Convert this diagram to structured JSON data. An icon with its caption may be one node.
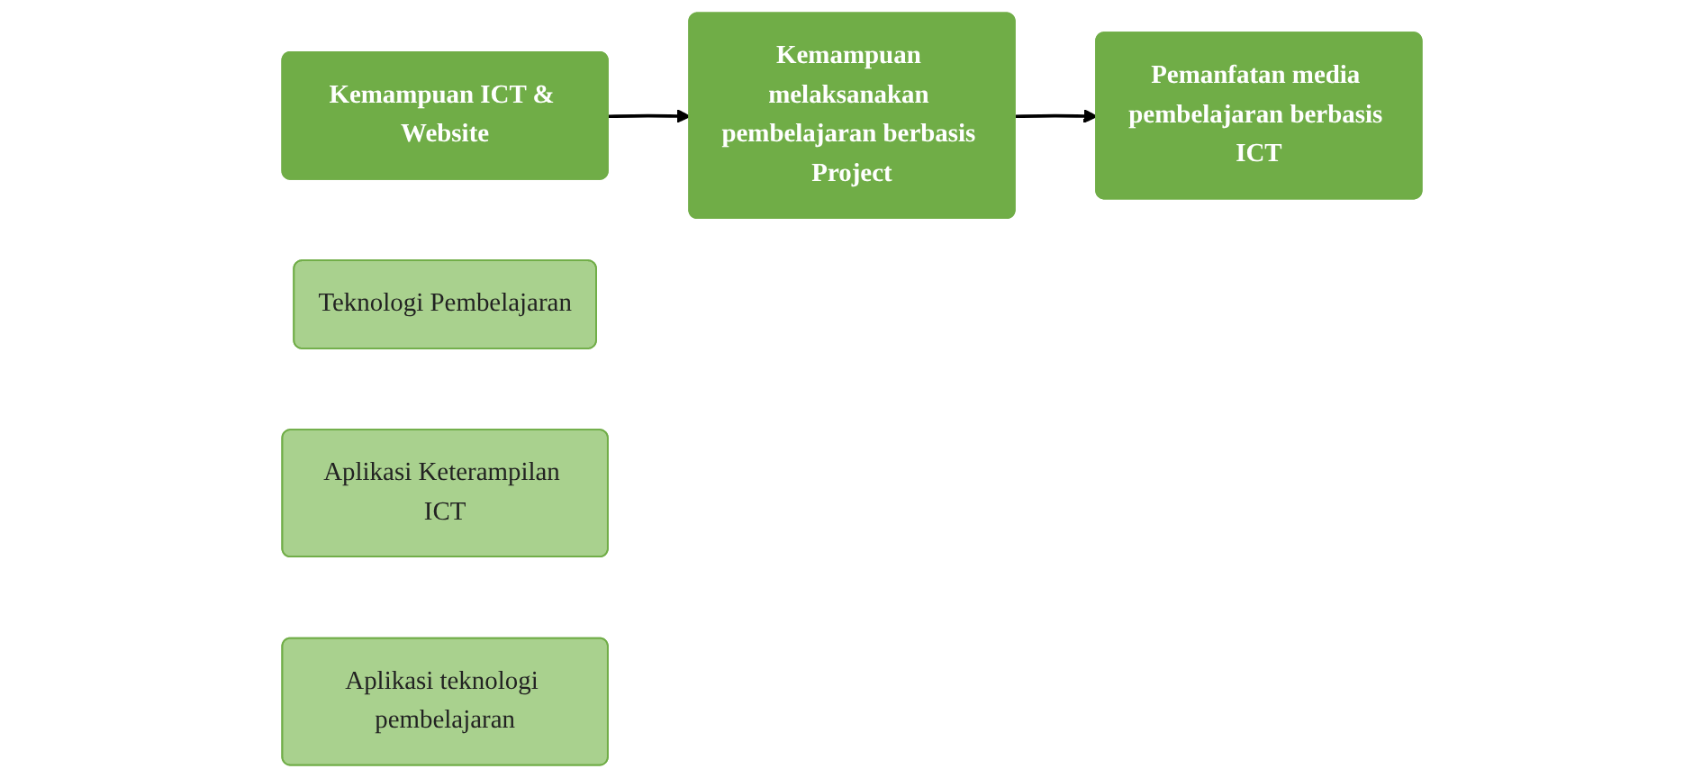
{
  "diagram": {
    "nodes": [
      {
        "text": [
          "Kemampuan ICT & Website"
        ]
      },
      {
        "text": [
          "Teknologi Pembelajaran"
        ]
      },
      {
        "text": [
          "Kemampuan melaksanakan pembelajaran berbasis Project"
        ]
      },
      {
        "text": [
          "Aplikasi Keterampilan ICT"
        ]
      },
      {
        "text": [
          "Pemanfatan media pembelajaran berbasis ICT"
        ]
      },
      {
        "text": [
          "Aplikasi teknologi pembelajaran"
        ]
      }
    ],
    "edges": [
      {
        "from": 0,
        "to": 2,
        "arrow": "to"
      },
      {
        "from": 2,
        "to": 4,
        "arrow": "to"
      }
    ]
  }
}
